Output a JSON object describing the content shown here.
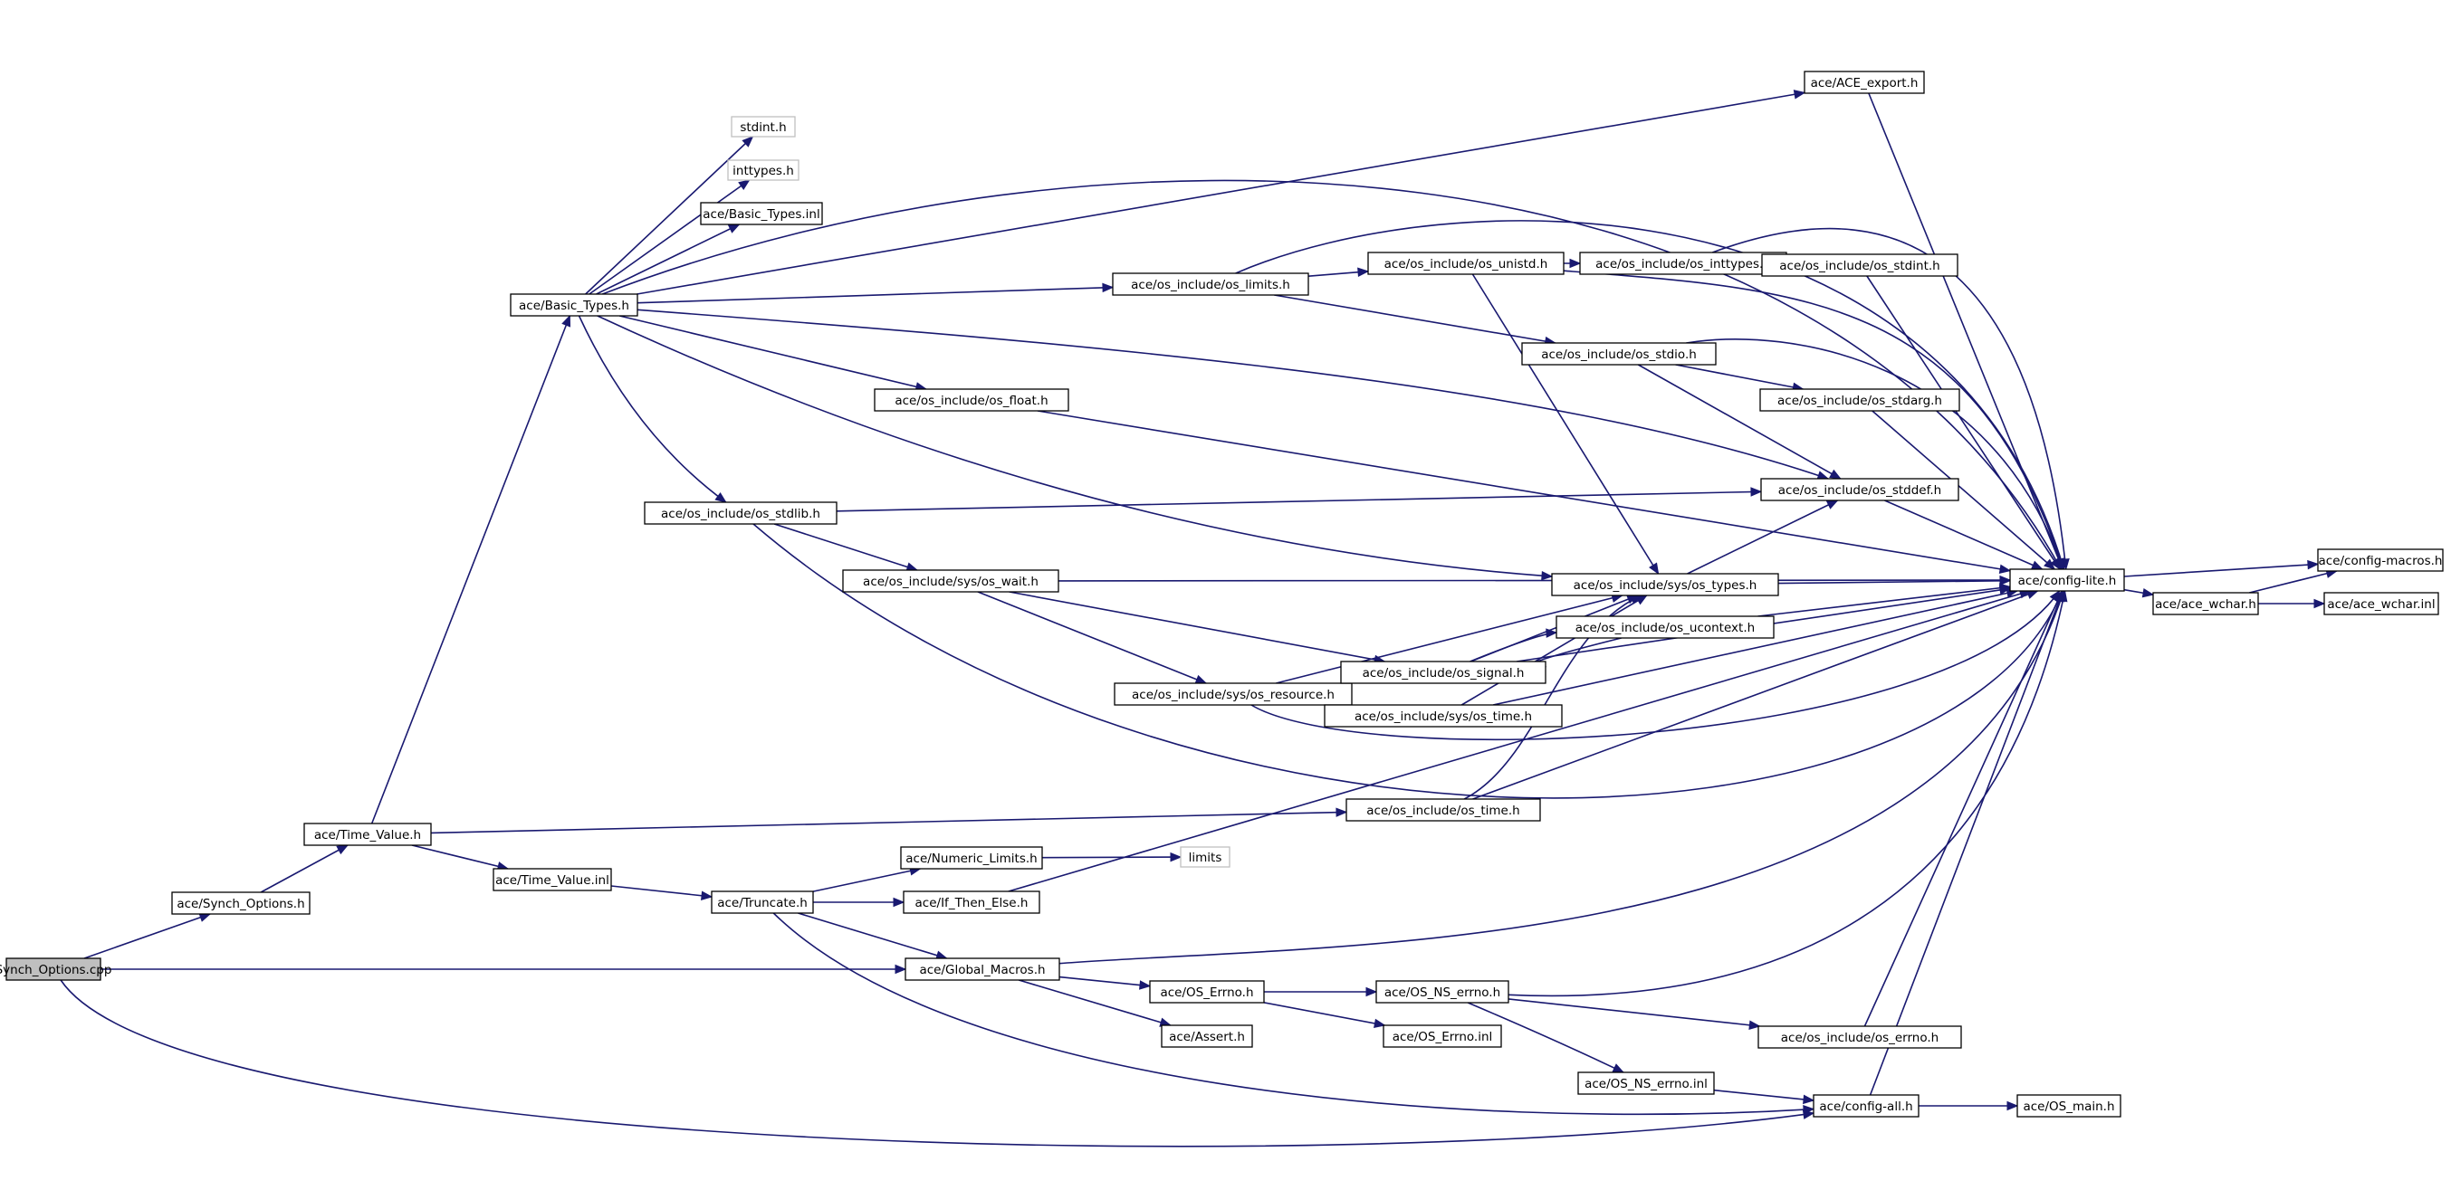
{
  "graph": {
    "root": "Synch_Options.cpp",
    "nodes": [
      {
        "id": "synch_cpp",
        "label": "Synch_Options.cpp",
        "kind": "root"
      },
      {
        "id": "synch_h",
        "label": "ace/Synch_Options.h"
      },
      {
        "id": "timevalue_h",
        "label": "ace/Time_Value.h"
      },
      {
        "id": "timevalue_inl",
        "label": "ace/Time_Value.inl"
      },
      {
        "id": "truncate_h",
        "label": "ace/Truncate.h"
      },
      {
        "id": "basictypes_h",
        "label": "ace/Basic_Types.h"
      },
      {
        "id": "stdint_h",
        "label": "stdint.h",
        "kind": "external"
      },
      {
        "id": "inttypes_h",
        "label": "inttypes.h",
        "kind": "external"
      },
      {
        "id": "basictypes_inl",
        "label": "ace/Basic_Types.inl"
      },
      {
        "id": "ace_export_h",
        "label": "ace/ACE_export.h"
      },
      {
        "id": "os_limits_h",
        "label": "ace/os_include/os_limits.h"
      },
      {
        "id": "os_float_h",
        "label": "ace/os_include/os_float.h"
      },
      {
        "id": "os_stdlib_h",
        "label": "ace/os_include/os_stdlib.h"
      },
      {
        "id": "os_wait_h",
        "label": "ace/os_include/sys/os_wait.h"
      },
      {
        "id": "os_resource_h",
        "label": "ace/os_include/sys/os_resource.h"
      },
      {
        "id": "os_unistd_h",
        "label": "ace/os_include/os_unistd.h"
      },
      {
        "id": "os_inttypes_h",
        "label": "ace/os_include/os_inttypes.h"
      },
      {
        "id": "os_stdint_h",
        "label": "ace/os_include/os_stdint.h"
      },
      {
        "id": "os_stdio_h",
        "label": "ace/os_include/os_stdio.h"
      },
      {
        "id": "os_stdarg_h",
        "label": "ace/os_include/os_stdarg.h"
      },
      {
        "id": "os_stddef_h",
        "label": "ace/os_include/os_stddef.h"
      },
      {
        "id": "os_types_h",
        "label": "ace/os_include/sys/os_types.h"
      },
      {
        "id": "os_ucontext_h",
        "label": "ace/os_include/os_ucontext.h"
      },
      {
        "id": "os_signal_h",
        "label": "ace/os_include/os_signal.h"
      },
      {
        "id": "sys_os_time_h",
        "label": "ace/os_include/sys/os_time.h"
      },
      {
        "id": "os_time_h",
        "label": "ace/os_include/os_time.h"
      },
      {
        "id": "numeric_limits_h",
        "label": "ace/Numeric_Limits.h"
      },
      {
        "id": "limits",
        "label": "limits",
        "kind": "external"
      },
      {
        "id": "if_then_else_h",
        "label": "ace/If_Then_Else.h"
      },
      {
        "id": "global_macros_h",
        "label": "ace/Global_Macros.h"
      },
      {
        "id": "os_errno_h",
        "label": "ace/OS_Errno.h"
      },
      {
        "id": "assert_h",
        "label": "ace/Assert.h"
      },
      {
        "id": "os_errno_inl",
        "label": "ace/OS_Errno.inl"
      },
      {
        "id": "os_ns_errno_h",
        "label": "ace/OS_NS_errno.h"
      },
      {
        "id": "os_ns_errno_inl",
        "label": "ace/OS_NS_errno.inl"
      },
      {
        "id": "osinc_errno_h",
        "label": "ace/os_include/os_errno.h"
      },
      {
        "id": "config_lite_h",
        "label": "ace/config-lite.h"
      },
      {
        "id": "config_all_h",
        "label": "ace/config-all.h"
      },
      {
        "id": "os_main_h",
        "label": "ace/OS_main.h"
      },
      {
        "id": "config_macros_h",
        "label": "ace/config-macros.h"
      },
      {
        "id": "ace_wchar_h",
        "label": "ace/ace_wchar.h"
      },
      {
        "id": "ace_wchar_inl",
        "label": "ace/ace_wchar.inl"
      }
    ],
    "edges": [
      [
        "synch_cpp",
        "synch_h"
      ],
      [
        "synch_cpp",
        "global_macros_h"
      ],
      [
        "synch_cpp",
        "config_all_h"
      ],
      [
        "synch_h",
        "timevalue_h"
      ],
      [
        "timevalue_h",
        "basictypes_h"
      ],
      [
        "timevalue_h",
        "timevalue_inl"
      ],
      [
        "timevalue_h",
        "os_time_h"
      ],
      [
        "timevalue_inl",
        "truncate_h"
      ],
      [
        "truncate_h",
        "numeric_limits_h"
      ],
      [
        "truncate_h",
        "if_then_else_h"
      ],
      [
        "truncate_h",
        "global_macros_h"
      ],
      [
        "truncate_h",
        "config_all_h"
      ],
      [
        "numeric_limits_h",
        "limits"
      ],
      [
        "if_then_else_h",
        "config_lite_h"
      ],
      [
        "global_macros_h",
        "os_errno_h"
      ],
      [
        "global_macros_h",
        "assert_h"
      ],
      [
        "global_macros_h",
        "config_lite_h"
      ],
      [
        "os_errno_h",
        "os_ns_errno_h"
      ],
      [
        "os_errno_h",
        "os_errno_inl"
      ],
      [
        "os_ns_errno_h",
        "os_ns_errno_inl"
      ],
      [
        "os_ns_errno_h",
        "osinc_errno_h"
      ],
      [
        "os_ns_errno_h",
        "config_lite_h"
      ],
      [
        "os_ns_errno_inl",
        "config_all_h"
      ],
      [
        "osinc_errno_h",
        "config_lite_h"
      ],
      [
        "config_all_h",
        "os_main_h"
      ],
      [
        "config_all_h",
        "config_lite_h"
      ],
      [
        "basictypes_h",
        "ace_export_h"
      ],
      [
        "basictypes_h",
        "stdint_h"
      ],
      [
        "basictypes_h",
        "inttypes_h"
      ],
      [
        "basictypes_h",
        "basictypes_inl"
      ],
      [
        "basictypes_h",
        "config_lite_h"
      ],
      [
        "basictypes_h",
        "os_limits_h"
      ],
      [
        "basictypes_h",
        "os_float_h"
      ],
      [
        "basictypes_h",
        "os_stdlib_h"
      ],
      [
        "basictypes_h",
        "os_stddef_h"
      ],
      [
        "basictypes_h",
        "os_types_h"
      ],
      [
        "ace_export_h",
        "config_lite_h"
      ],
      [
        "os_limits_h",
        "os_unistd_h"
      ],
      [
        "os_limits_h",
        "os_stdio_h"
      ],
      [
        "os_limits_h",
        "config_lite_h"
      ],
      [
        "os_unistd_h",
        "os_inttypes_h"
      ],
      [
        "os_unistd_h",
        "os_types_h"
      ],
      [
        "os_unistd_h",
        "config_lite_h"
      ],
      [
        "os_inttypes_h",
        "os_stdint_h"
      ],
      [
        "os_inttypes_h",
        "config_lite_h"
      ],
      [
        "os_stdint_h",
        "config_lite_h"
      ],
      [
        "os_stdio_h",
        "os_stdarg_h"
      ],
      [
        "os_stdio_h",
        "os_stddef_h"
      ],
      [
        "os_stdio_h",
        "config_lite_h"
      ],
      [
        "os_stdarg_h",
        "config_lite_h"
      ],
      [
        "os_stddef_h",
        "config_lite_h"
      ],
      [
        "os_float_h",
        "config_lite_h"
      ],
      [
        "os_stdlib_h",
        "os_stddef_h"
      ],
      [
        "os_stdlib_h",
        "os_wait_h"
      ],
      [
        "os_stdlib_h",
        "config_lite_h"
      ],
      [
        "os_wait_h",
        "config_lite_h"
      ],
      [
        "os_wait_h",
        "os_resource_h"
      ],
      [
        "os_wait_h",
        "os_signal_h"
      ],
      [
        "os_resource_h",
        "os_types_h"
      ],
      [
        "os_resource_h",
        "sys_os_time_h"
      ],
      [
        "os_resource_h",
        "config_lite_h"
      ],
      [
        "os_types_h",
        "os_stddef_h"
      ],
      [
        "os_types_h",
        "config_lite_h"
      ],
      [
        "os_ucontext_h",
        "os_signal_h"
      ],
      [
        "os_ucontext_h",
        "config_lite_h"
      ],
      [
        "os_signal_h",
        "os_types_h"
      ],
      [
        "os_signal_h",
        "os_ucontext_h"
      ],
      [
        "os_signal_h",
        "config_lite_h"
      ],
      [
        "sys_os_time_h",
        "os_types_h"
      ],
      [
        "sys_os_time_h",
        "config_lite_h"
      ],
      [
        "os_time_h",
        "os_types_h"
      ],
      [
        "os_time_h",
        "config_lite_h"
      ],
      [
        "config_lite_h",
        "config_macros_h"
      ],
      [
        "config_lite_h",
        "ace_wchar_h"
      ],
      [
        "ace_wchar_h",
        "config_macros_h"
      ],
      [
        "ace_wchar_h",
        "ace_wchar_inl"
      ]
    ]
  }
}
